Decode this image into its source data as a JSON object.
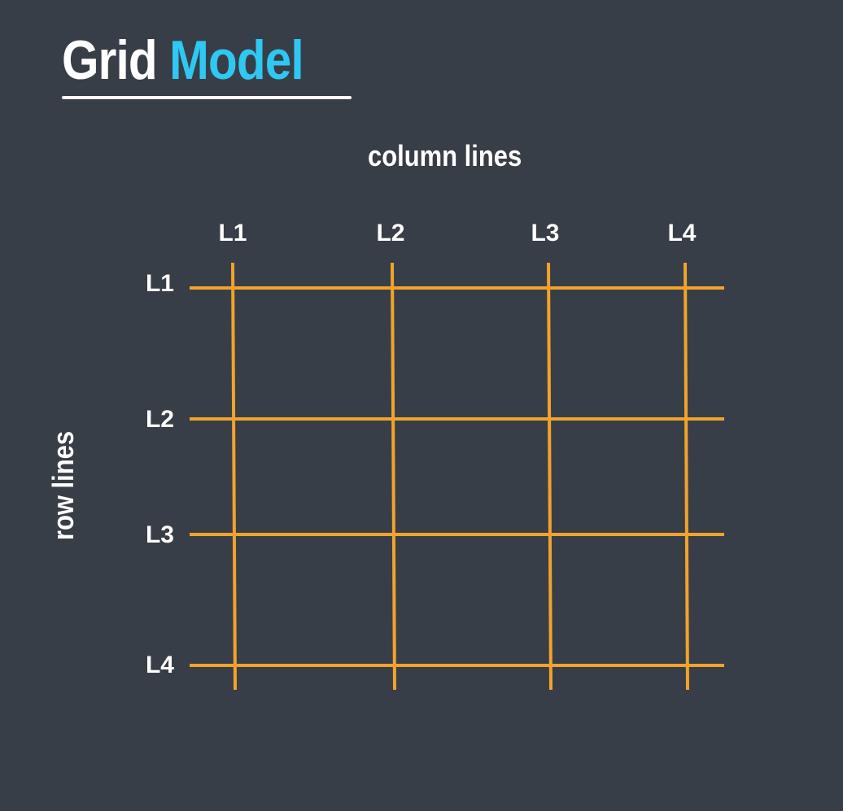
{
  "title": {
    "word1": "Grid",
    "word2": "Model"
  },
  "column_caption": "column lines",
  "row_caption": "row lines",
  "column_lines": [
    "L1",
    "L2",
    "L3",
    "L4"
  ],
  "row_lines": [
    "L1",
    "L2",
    "L3",
    "L4"
  ],
  "colors": {
    "background": "#383e47",
    "title_accent": "#2ec8f2",
    "grid_line": "#f2a32b",
    "text": "#ffffff"
  }
}
